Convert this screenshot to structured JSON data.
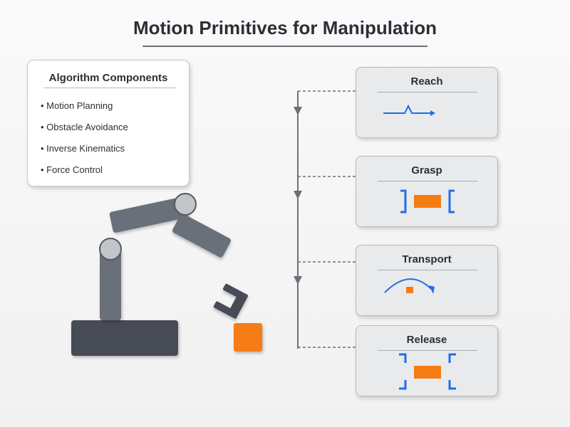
{
  "title": "Motion Primitives for Manipulation",
  "algorithm_components": {
    "heading": "Algorithm Components",
    "items": [
      "• Motion Planning",
      "• Obstacle Avoidance",
      "• Inverse Kinematics",
      "• Force Control"
    ]
  },
  "primitives": [
    {
      "label": "Reach",
      "icon": "reach-path-icon"
    },
    {
      "label": "Grasp",
      "icon": "grasp-icon"
    },
    {
      "label": "Transport",
      "icon": "transport-arc-icon"
    },
    {
      "label": "Release",
      "icon": "release-icon"
    }
  ],
  "colors": {
    "accent_blue": "#1f6fe5",
    "object_orange": "#f57c12",
    "robot_link": "#6b7079",
    "robot_base": "#474c54",
    "joint": "#c2c5ca"
  }
}
